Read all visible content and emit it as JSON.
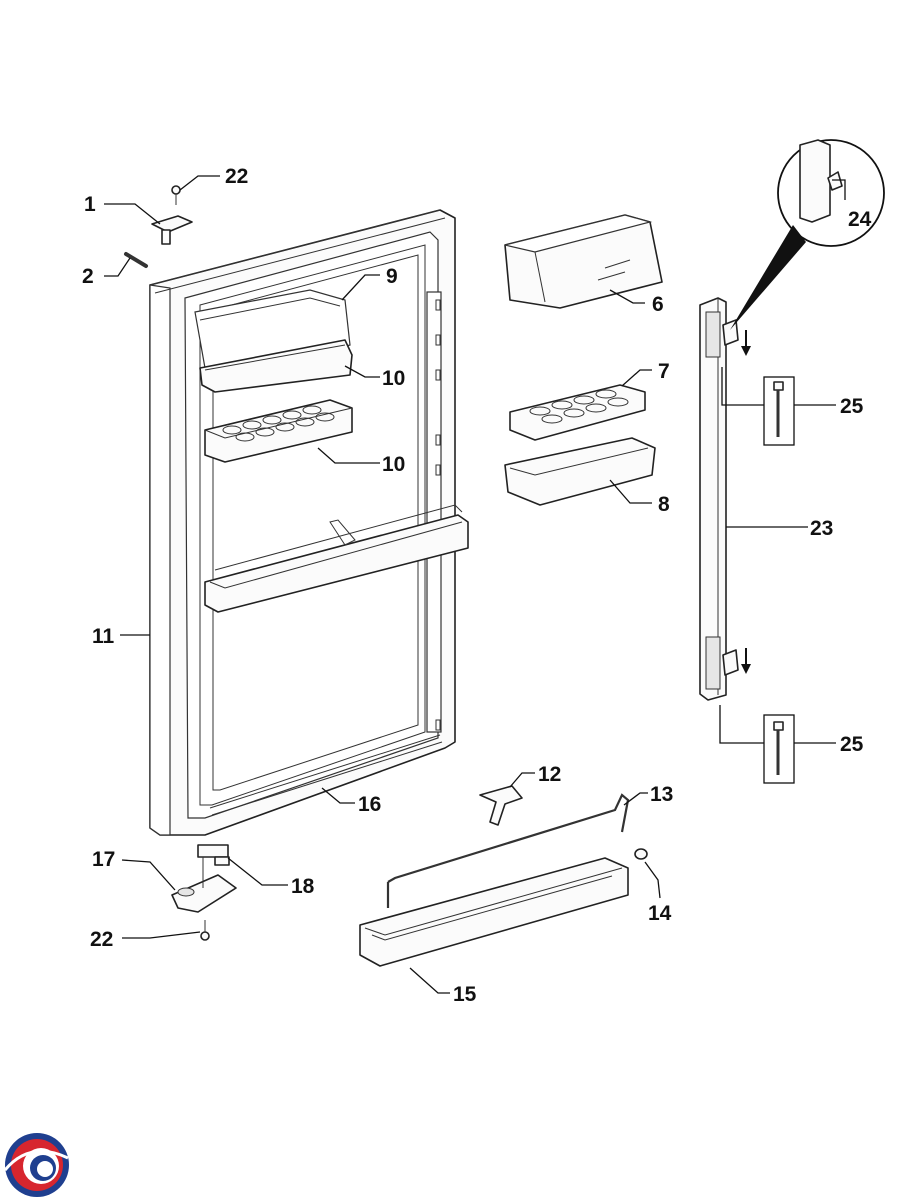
{
  "diagram": {
    "callouts": {
      "c1": "1",
      "c2": "2",
      "c6": "6",
      "c7": "7",
      "c8": "8",
      "c9": "9",
      "c10a": "10",
      "c10b": "10",
      "c11": "11",
      "c12": "12",
      "c13": "13",
      "c14": "14",
      "c15": "15",
      "c16": "16",
      "c17": "17",
      "c18": "18",
      "c22a": "22",
      "c22b": "22",
      "c23": "23",
      "c24": "24",
      "c25a": "25",
      "c25b": "25"
    }
  },
  "logo": {
    "icon": "spiral-logo-icon",
    "colors": {
      "red": "#d7262e",
      "blue": "#1f3f8f"
    }
  }
}
